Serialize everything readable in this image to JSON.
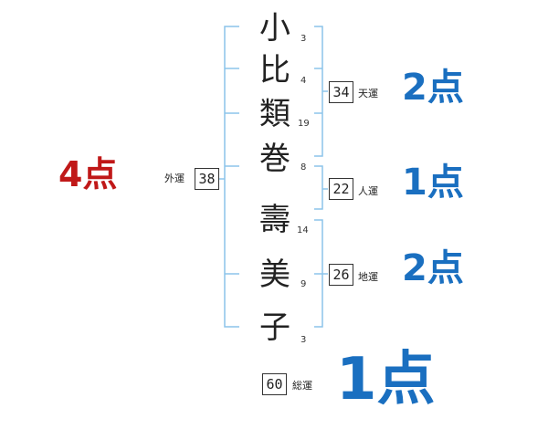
{
  "name_chars": [
    "小",
    "比",
    "類",
    "巻",
    "壽",
    "美",
    "子"
  ],
  "stroke_counts": [
    "3",
    "4",
    "19",
    "8",
    "14",
    "9",
    "3"
  ],
  "fortunes": {
    "tenkaku": {
      "label": "天運",
      "value": "34",
      "score": "2点"
    },
    "jinkaku": {
      "label": "人運",
      "value": "22",
      "score": "1点"
    },
    "chikaku": {
      "label": "地運",
      "value": "26",
      "score": "2点"
    },
    "gaikaku": {
      "label": "外運",
      "value": "38",
      "score": "4点"
    },
    "soukaku": {
      "label": "総運",
      "value": "60",
      "score": "1点"
    }
  },
  "colors": {
    "bracket": "#8cc4ea",
    "good": "#1a6fc0",
    "best": "#c01818"
  }
}
